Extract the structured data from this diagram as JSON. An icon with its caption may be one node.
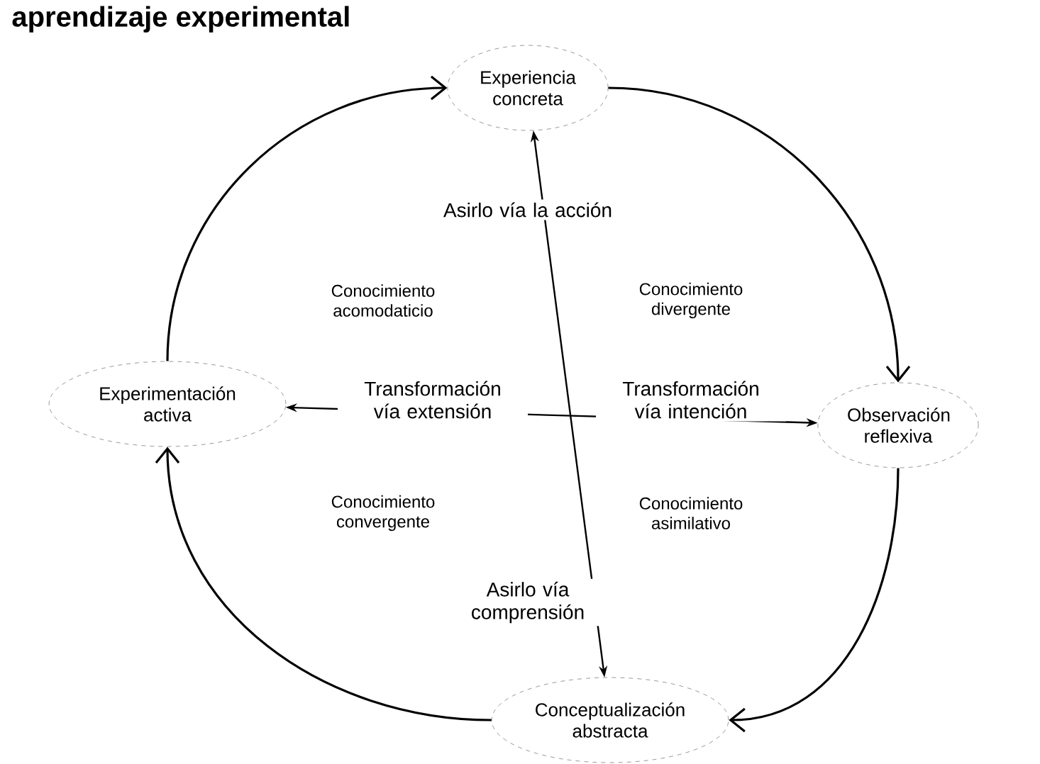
{
  "diagram": {
    "title": "aprendizaje experimental",
    "nodes": [
      {
        "text": [
          "Experiencia concreta"
        ]
      },
      {
        "text": [
          "Observación reflexiva"
        ]
      },
      {
        "text": [
          "Conceptualización abstracta"
        ]
      },
      {
        "text": [
          "Experimentación activa"
        ]
      }
    ],
    "edges": [
      {
        "from": 0,
        "to": 1,
        "arrow": "to"
      },
      {
        "from": 1,
        "to": 2,
        "arrow": "to"
      },
      {
        "from": 2,
        "to": 3,
        "arrow": "to"
      },
      {
        "from": 3,
        "to": 0,
        "arrow": "to"
      },
      {
        "from": 2,
        "to": 0,
        "arrow": "both"
      },
      {
        "from": 3,
        "to": 1,
        "arrow": "both"
      }
    ],
    "labels": [
      "Asirlo vía la acción",
      "Conocimiento acomodaticio",
      "Conocimiento divergente",
      "Transformación vía extensión",
      "Transformación vía intención",
      "Conocimiento convergente",
      "Conocimiento asimilativo",
      "Asirlo vía comprensión"
    ]
  }
}
